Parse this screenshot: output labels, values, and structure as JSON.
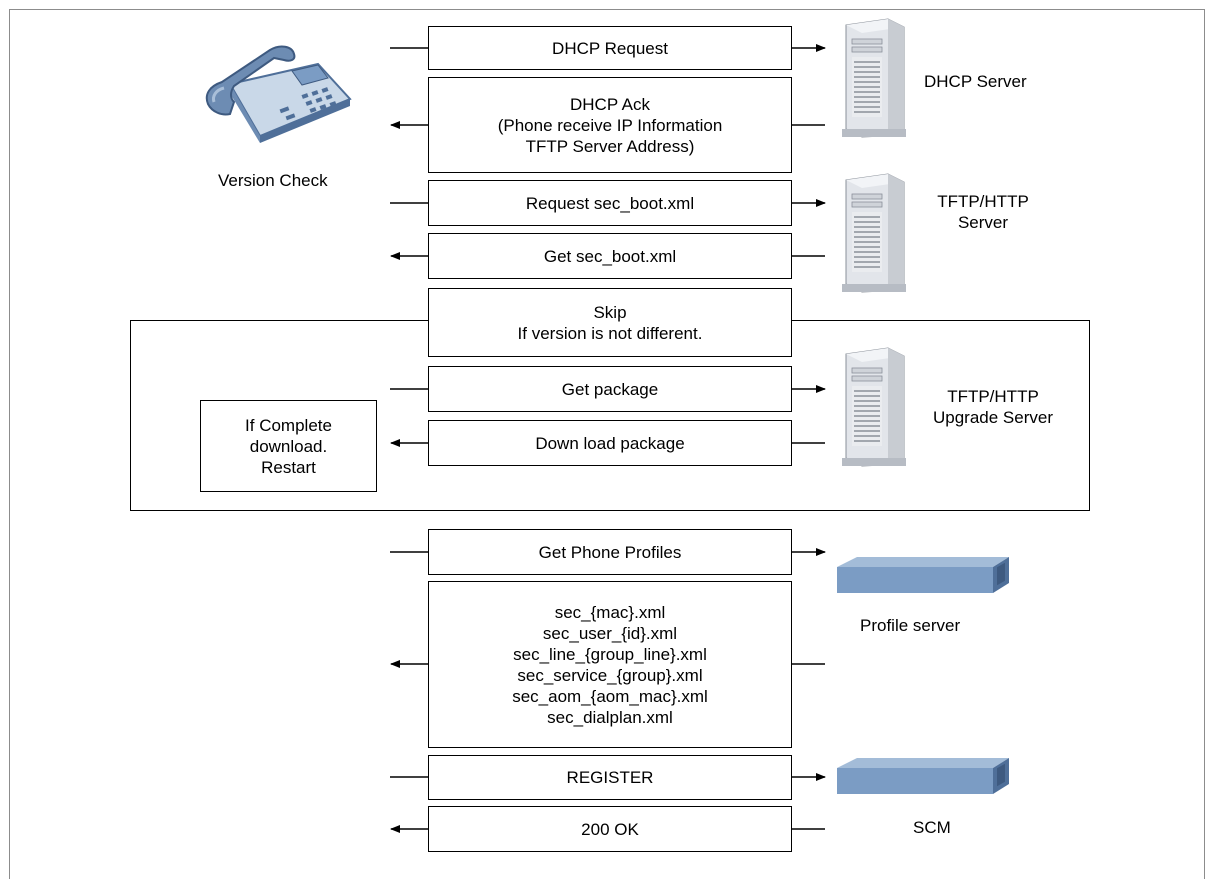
{
  "labels": {
    "phone": "Version Check",
    "dhcp_server": "DHCP Server",
    "tftp_server": [
      "TFTP/HTTP",
      "Server"
    ],
    "upgrade_server": [
      "TFTP/HTTP",
      "Upgrade Server"
    ],
    "profile_server": "Profile server",
    "scm": "SCM",
    "restart_note": [
      "If Complete",
      "download.",
      "Restart"
    ]
  },
  "messages": [
    {
      "id": "dhcp-request",
      "direction": "right",
      "lines": [
        "DHCP Request"
      ]
    },
    {
      "id": "dhcp-ack",
      "direction": "left",
      "lines": [
        "DHCP Ack",
        "(Phone receive IP Information",
        "TFTP Server Address)"
      ]
    },
    {
      "id": "request-sec-boot",
      "direction": "right",
      "lines": [
        "Request sec_boot.xml"
      ]
    },
    {
      "id": "get-sec-boot",
      "direction": "left",
      "lines": [
        "Get sec_boot.xml"
      ]
    },
    {
      "id": "skip",
      "direction": "none",
      "lines": [
        "Skip",
        "If version is not different."
      ]
    },
    {
      "id": "get-package",
      "direction": "right",
      "lines": [
        "Get package"
      ]
    },
    {
      "id": "download-package",
      "direction": "left",
      "lines": [
        "Down load package"
      ]
    },
    {
      "id": "get-phone-profiles",
      "direction": "right",
      "lines": [
        "Get Phone Profiles"
      ]
    },
    {
      "id": "profile-files",
      "direction": "left",
      "lines": [
        "sec_{mac}.xml",
        "sec_user_{id}.xml",
        "sec_line_{group_line}.xml",
        "sec_service_{group}.xml",
        "sec_aom_{aom_mac}.xml",
        "sec_dialplan.xml"
      ]
    },
    {
      "id": "register",
      "direction": "right",
      "lines": [
        "REGISTER"
      ]
    },
    {
      "id": "200-ok",
      "direction": "left",
      "lines": [
        "200 OK"
      ]
    }
  ],
  "colors": {
    "device_blue": "#7b9cc4",
    "device_dark": "#4f6f99",
    "server_grey": "#c8ccd2"
  },
  "icons": [
    "desk-phone-icon",
    "tower-server-icon",
    "rack-server-icon"
  ]
}
